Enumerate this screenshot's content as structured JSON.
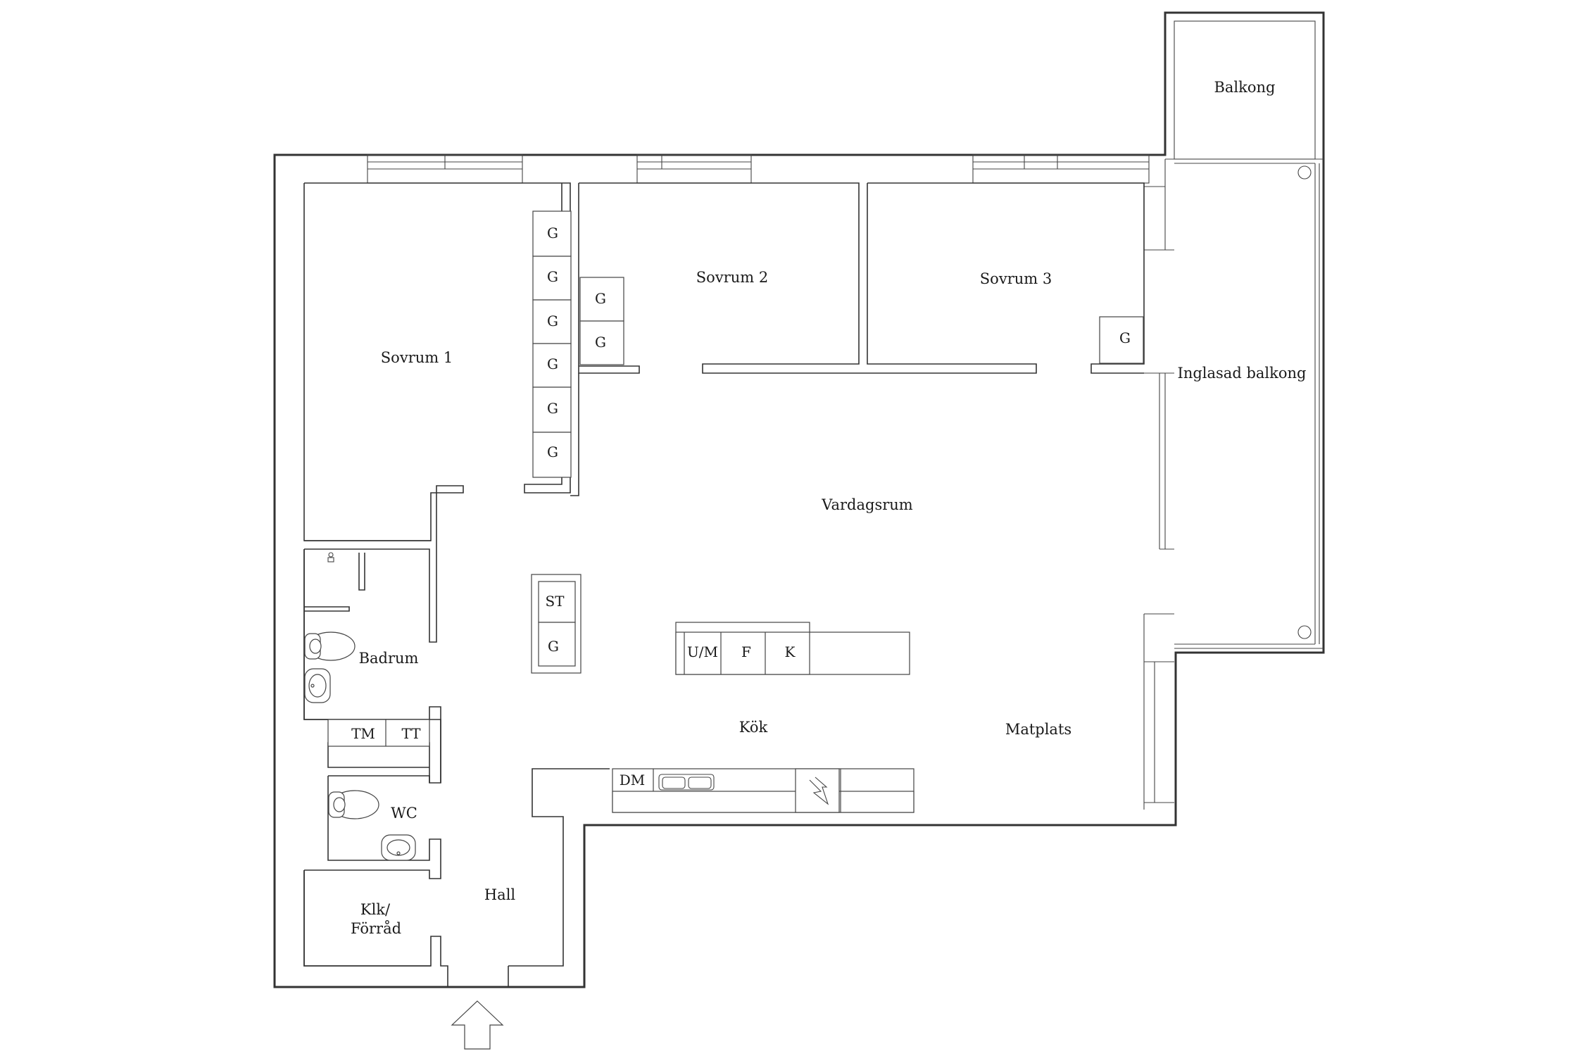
{
  "rooms": {
    "balkong": "Balkong",
    "sovrum1": "Sovrum 1",
    "sovrum2": "Sovrum 2",
    "sovrum3": "Sovrum 3",
    "inglasad_balkong": "Inglasad balkong",
    "vardagsrum": "Vardagsrum",
    "badrum": "Badrum",
    "kok": "Kök",
    "matplats": "Matplats",
    "wc": "WC",
    "hall": "Hall",
    "klk_line1": "Klk/",
    "klk_line2": "Förråd"
  },
  "fixtures": {
    "wardrobe": "G",
    "storage_cabinet": "ST",
    "freezer_fridge_combo": "U/M",
    "freezer": "F",
    "fridge": "K",
    "dishwasher": "DM",
    "washing_machine": "TM",
    "tumble_dryer": "TT"
  },
  "colors": {
    "line": "#333333",
    "background": "#ffffff"
  },
  "icons": [
    "entrance-arrow-icon",
    "toilet-icon",
    "sink-icon",
    "shower-icon",
    "stove-icon",
    "kitchen-sink-icon"
  ]
}
